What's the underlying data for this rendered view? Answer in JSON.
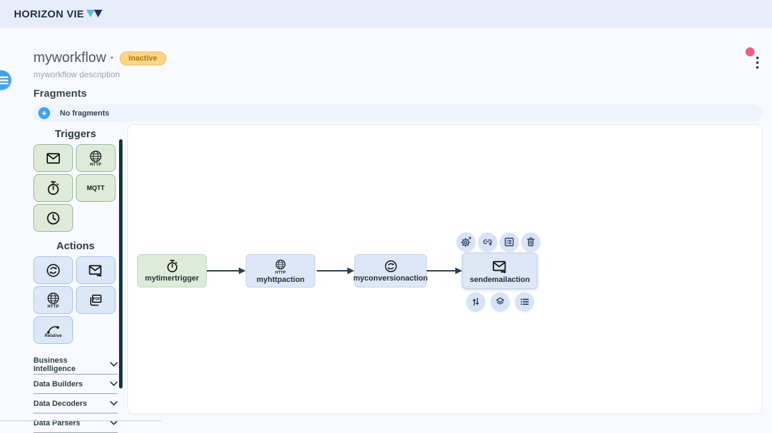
{
  "header": {
    "brand": "HORIZON VIE",
    "logo_icon": "triangles-logo"
  },
  "workflow": {
    "title": "myworkflow",
    "separator": "·",
    "status_badge": "Inactive",
    "description": "myworkflow description"
  },
  "fragments": {
    "heading": "Fragments",
    "add_icon": "plus-circle-icon",
    "empty_label": "No fragments"
  },
  "palette": {
    "triggers_heading": "Triggers",
    "actions_heading": "Actions",
    "trigger_items": [
      {
        "name": "email-trigger",
        "icon": "mail-icon"
      },
      {
        "name": "http-trigger",
        "icon": "globe-icon",
        "label": "HTTP"
      },
      {
        "name": "timer-trigger",
        "icon": "stopwatch-icon"
      },
      {
        "name": "mqtt-trigger",
        "label": "MQTT"
      },
      {
        "name": "schedule-trigger",
        "icon": "clock-icon"
      }
    ],
    "action_items": [
      {
        "name": "conversion-action",
        "icon": "cycle-icon"
      },
      {
        "name": "send-email-action",
        "icon": "send-mail-icon"
      },
      {
        "name": "http-action",
        "icon": "globe-icon",
        "label": "HTTP"
      },
      {
        "name": "pdf-action",
        "icon": "pdf-icon",
        "label": "PDF"
      },
      {
        "name": "curve-action",
        "icon": "curve-icon",
        "label": "Relative"
      }
    ],
    "categories": [
      {
        "label": "Business Intelligence"
      },
      {
        "label": "Data Builders"
      },
      {
        "label": "Data Decoders"
      },
      {
        "label": "Data Parsers"
      }
    ]
  },
  "canvas": {
    "nodes": [
      {
        "label": "mytimertrigger",
        "type": "trigger",
        "icon": "stopwatch-icon"
      },
      {
        "label": "myhttpaction",
        "type": "action",
        "icon": "globe-icon",
        "icon_label": "HTTP"
      },
      {
        "label": "myconversionaction",
        "type": "action",
        "icon": "cycle-icon"
      },
      {
        "label": "sendemailaction",
        "type": "action",
        "icon": "send-mail-icon",
        "selected": true
      }
    ],
    "selected_node_toolbar_top": [
      {
        "name": "settings",
        "icon": "gear-plus-icon"
      },
      {
        "name": "add-link",
        "icon": "link-icon"
      },
      {
        "name": "details-form",
        "icon": "form-icon"
      },
      {
        "name": "delete",
        "icon": "trash-icon"
      }
    ],
    "selected_node_toolbar_bottom": [
      {
        "name": "swap-order",
        "icon": "swap-vertical-icon"
      },
      {
        "name": "layers",
        "icon": "layers-icon"
      },
      {
        "name": "list",
        "icon": "menu-list-icon"
      }
    ]
  },
  "colors": {
    "header_bg": "#e7ecf9",
    "page_bg": "#f8faff",
    "accent_blue": "#41a3ea",
    "logo_light_blue": "#5fb9e6",
    "logo_dark_navy": "#1d3550",
    "trigger_green_bg": "#dfebda",
    "action_blue_bg": "#dce7f8",
    "badge_bg": "#fcd687",
    "badge_border": "#f0bd55",
    "badge_text": "#a9780f",
    "notification_pink": "#ee5f83",
    "arrow_dark": "#2c3e50",
    "scrollbar_dark": "#14333f"
  }
}
